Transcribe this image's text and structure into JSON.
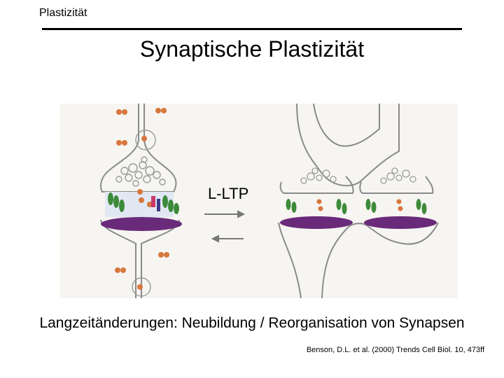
{
  "slide": {
    "header_label": "Plastizität",
    "title": "Synaptische Plastizität",
    "caption": "Langzeitänderungen: Neubildung / Reorganisation von Synapsen",
    "citation": "Benson, D.L. et al. (2000) Trends Cell Biol. 10, 473ff"
  },
  "figure": {
    "arrow_label": "L-LTP",
    "colors": {
      "outline": "#8a8a8a",
      "receptor_green": "#3d8a3a",
      "vesicle_orange": "#d7773e",
      "postsynaptic_density": "#6a2a7a",
      "membrane_blue": "#c9d3ea"
    }
  }
}
